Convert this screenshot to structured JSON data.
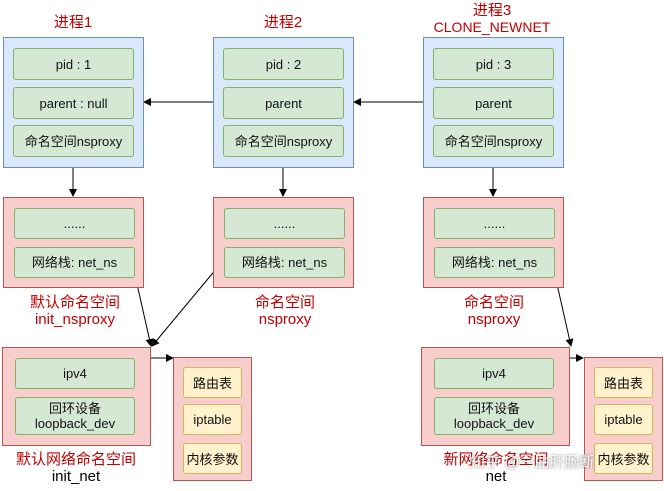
{
  "processes": [
    {
      "title": "进程1",
      "subtitle": "",
      "pid": "pid : 1",
      "parent": "parent : null",
      "nsproxy": "命名空间nsproxy"
    },
    {
      "title": "进程2",
      "subtitle": "",
      "pid": "pid : 2",
      "parent": "parent",
      "nsproxy": "命名空间nsproxy"
    },
    {
      "title": "进程3",
      "subtitle": "CLONE_NEWNET",
      "pid": "pid : 3",
      "parent": "parent",
      "nsproxy": "命名空间nsproxy"
    }
  ],
  "namespaces": [
    {
      "dots": "......",
      "netns": "网络栈: net_ns",
      "label1": "默认命名空间",
      "label2": "init_nsproxy"
    },
    {
      "dots": "......",
      "netns": "网络栈: net_ns",
      "label1": "命名空间",
      "label2": "nsproxy"
    },
    {
      "dots": "......",
      "netns": "网络栈: net_ns",
      "label1": "命名空间",
      "label2": "nsproxy"
    }
  ],
  "net_namespaces": [
    {
      "ipv4": "ipv4",
      "loopback1": "回环设备",
      "loopback2": "loopback_dev",
      "label1": "默认网络命名空间",
      "label2": "init_net"
    },
    {
      "ipv4": "ipv4",
      "loopback1": "回环设备",
      "loopback2": "loopback_dev",
      "label1": "新网络命名空间",
      "label2": "net"
    }
  ],
  "ipv4_tables": [
    {
      "route": "路由表",
      "iptable": "iptable",
      "params": "内核参数"
    },
    {
      "route": "路由表",
      "iptable": "iptable",
      "params": "内核参数"
    }
  ],
  "watermark": "知乎 @一曲肝肠断",
  "colors": {
    "title_red": "#c00000",
    "process_panel": "#dae8fc",
    "namespace_panel": "#f8cecc",
    "cell": "#d5e8d4",
    "table_cell": "#fff2cc"
  }
}
